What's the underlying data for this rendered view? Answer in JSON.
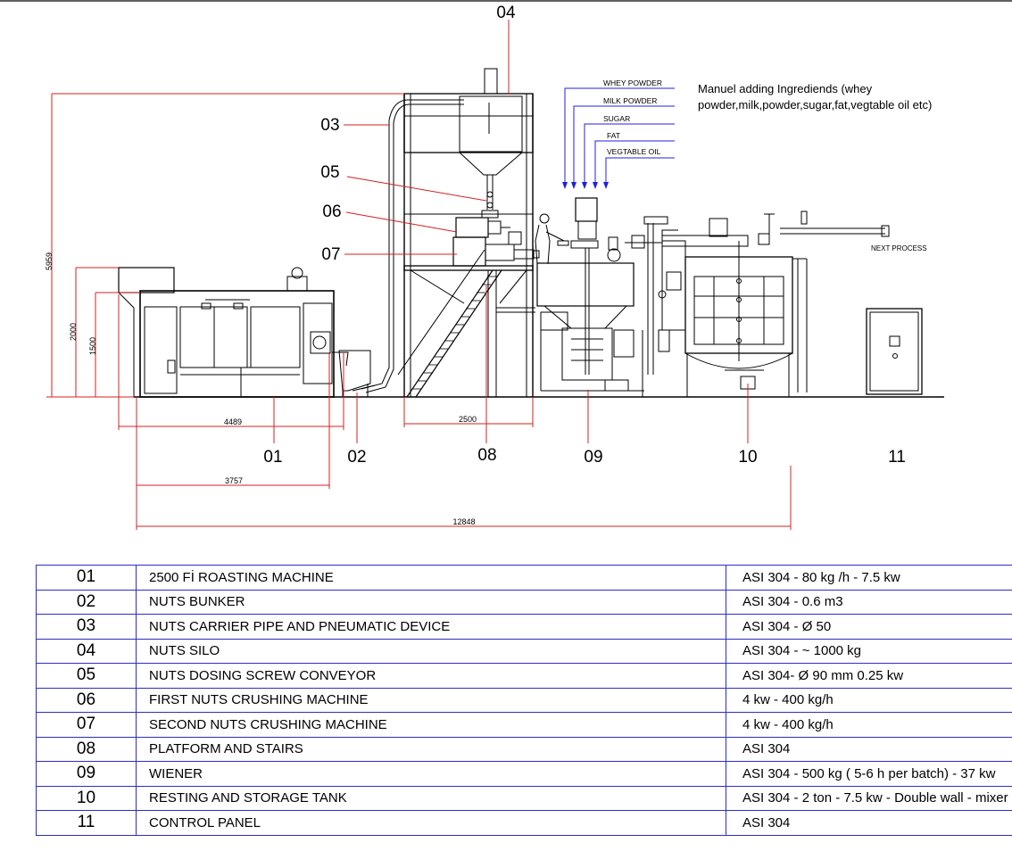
{
  "top_label": "04",
  "callouts": {
    "c03": "03",
    "c05": "05",
    "c06": "06",
    "c07": "07",
    "c01": "01",
    "c02": "02",
    "c08": "08",
    "c09": "09",
    "c10": "10",
    "c11": "11"
  },
  "ingredients": [
    "WHEY POWDER",
    "MILK POWDER",
    "SUGAR",
    "FAT",
    "VEGTABLE OIL"
  ],
  "manual_note": [
    "Manuel adding Ingrediends (whey",
    "powder,milk,powder,sugar,fat,vegtable oil etc)"
  ],
  "next_process": "NEXT PROCESS",
  "dimensions": {
    "h_total": "5959",
    "h_2000": "2000",
    "h_1500": "1500",
    "w_4489": "4489",
    "w_2500": "2500",
    "w_3757": "3757",
    "w_12848": "12848"
  },
  "colors": {
    "line_red": "#d42020",
    "line_blue": "#2020e0",
    "table_border": "#2d2dc8"
  },
  "table": [
    {
      "no": "01",
      "name": "2500 Fİ  ROASTING MACHINE",
      "spec": "ASI 304 - 80 kg /h -  7.5 kw"
    },
    {
      "no": "02",
      "name": "NUTS BUNKER",
      "spec": "ASI 304 - 0.6 m3"
    },
    {
      "no": "03",
      "name": "NUTS CARRIER PIPE AND PNEUMATIC DEVICE",
      "spec": "ASI 304 - Ø 50"
    },
    {
      "no": "04",
      "name": "NUTS SILO",
      "spec": "ASI 304 - ~ 1000 kg"
    },
    {
      "no": "05",
      "name": "NUTS DOSING SCREW CONVEYOR",
      "spec": "ASI 304- Ø 90 mm  0.25 kw"
    },
    {
      "no": "06",
      "name": "FIRST NUTS CRUSHING  MACHINE",
      "spec": "4 kw - 400 kg/h"
    },
    {
      "no": "07",
      "name": "SECOND NUTS CRUSHING MACHINE",
      "spec": "4 kw - 400 kg/h"
    },
    {
      "no": "08",
      "name": "PLATFORM AND STAIRS",
      "spec": "ASI 304"
    },
    {
      "no": "09",
      "name": "WIENER",
      "spec": "ASI 304 - 500 kg ( 5-6  h per batch)  - 37 kw"
    },
    {
      "no": "10",
      "name": "RESTING AND STORAGE TANK",
      "spec": "ASI 304 - 2 ton - 7.5 kw - Double wall - mixer"
    },
    {
      "no": "11",
      "name": "CONTROL PANEL",
      "spec": "ASI 304"
    }
  ]
}
